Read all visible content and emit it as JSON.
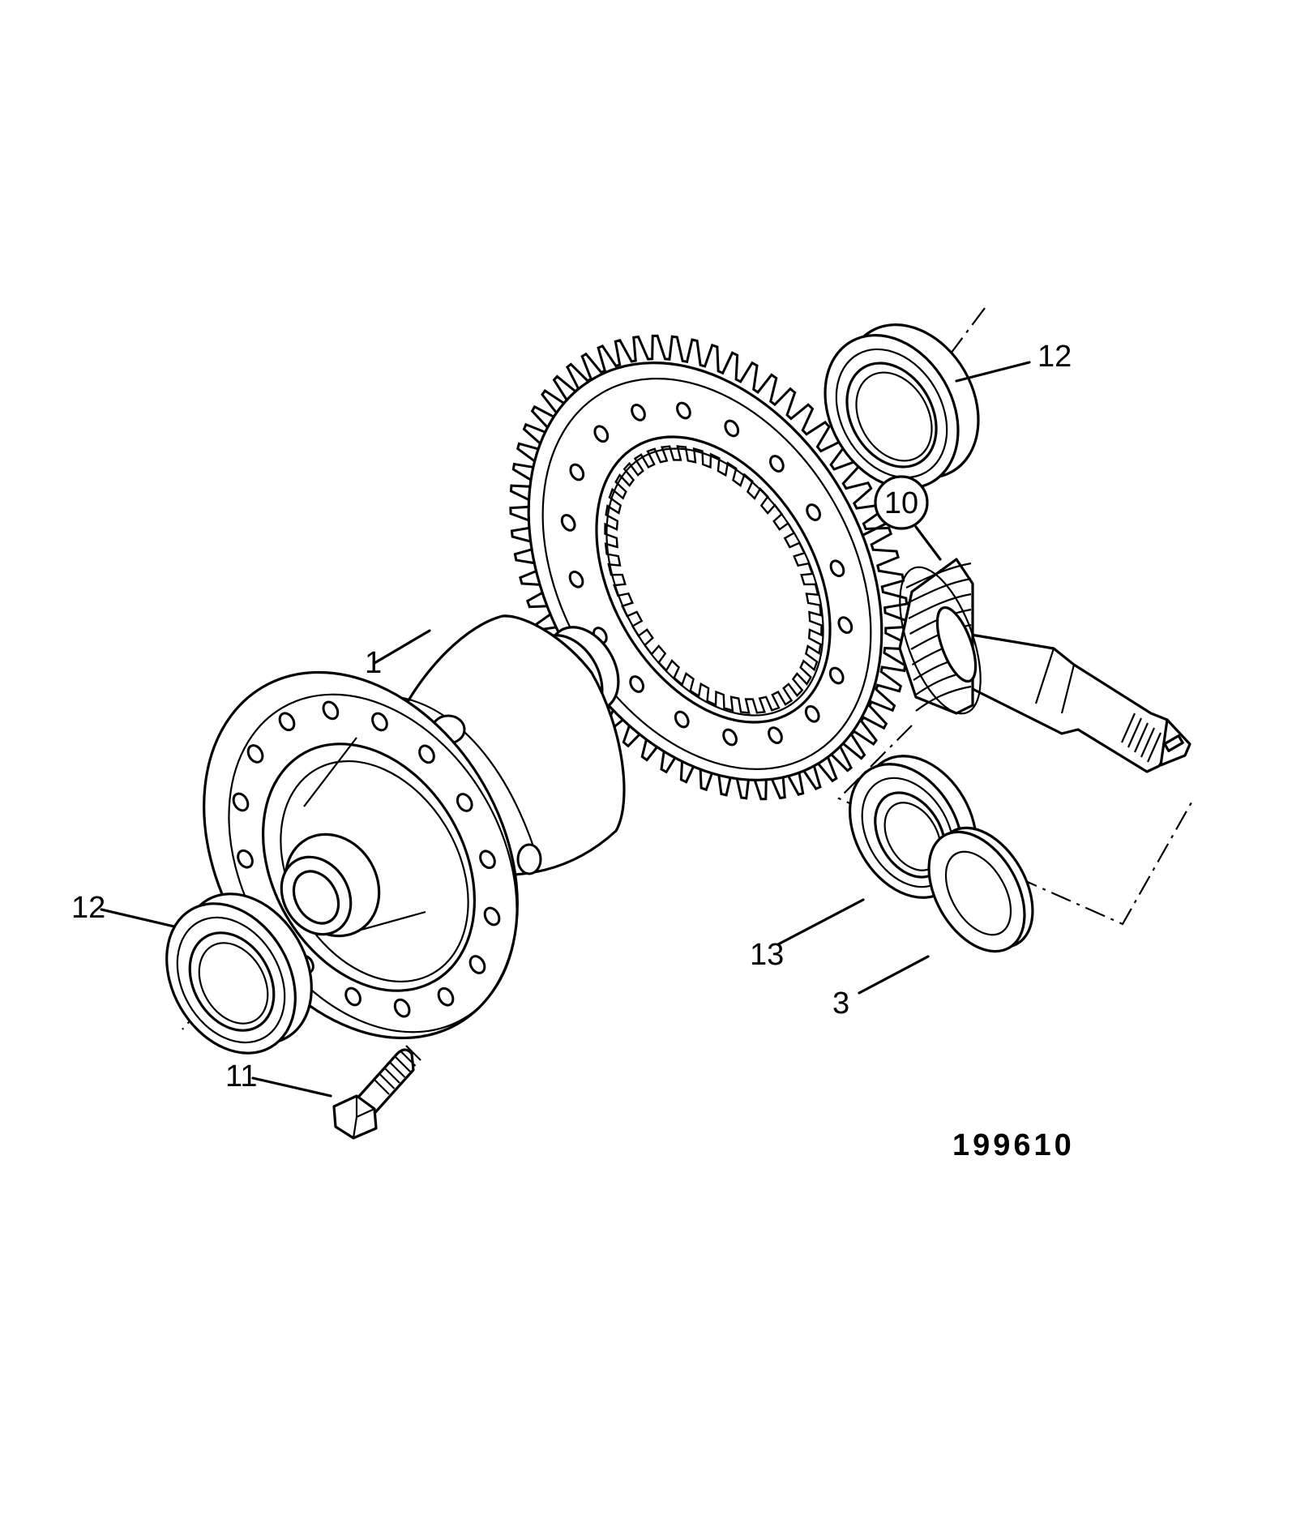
{
  "callouts": {
    "c1": "1",
    "c3": "3",
    "c10": "10",
    "c11": "11",
    "c12_top": "12",
    "c12_left": "12",
    "c13": "13"
  },
  "reference_number": "199610"
}
